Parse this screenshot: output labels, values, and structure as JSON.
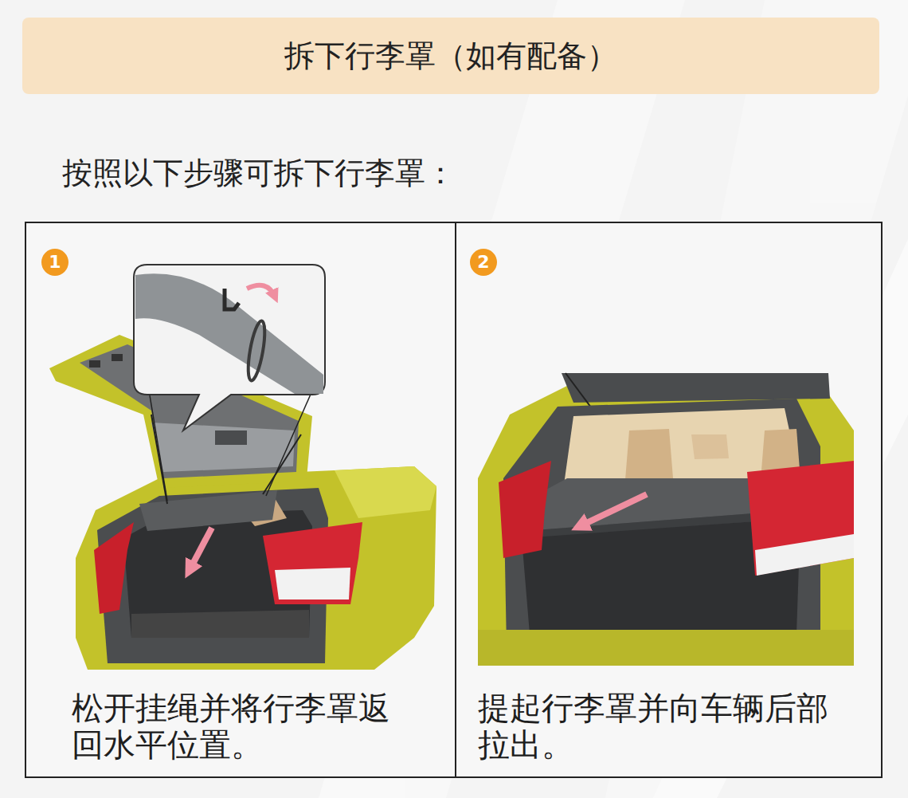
{
  "diagram": {
    "title": "拆下行李罩（如有配备）",
    "nodes": [
      {
        "text": [
          "松开挂绳并将行李罩返回水平位置。"
        ]
      },
      {
        "text": [
          "1"
        ],
        "in": 0
      },
      {
        "text": [
          "提起行李罩并向车辆后部拉出。"
        ]
      },
      {
        "text": [
          "2"
        ],
        "in": 2
      }
    ],
    "labels": [
      "按照以下步骤可拆下行李罩："
    ]
  }
}
